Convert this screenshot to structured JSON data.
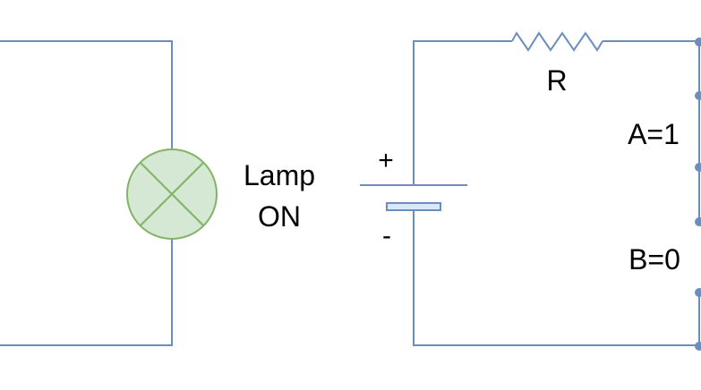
{
  "lamp": {
    "label_line1": "Lamp",
    "label_line2": "ON",
    "fill": "#d5e8d4",
    "stroke": "#82b366"
  },
  "battery": {
    "plus": "+",
    "minus": "-",
    "fill": "#dae8fc"
  },
  "resistor": {
    "label": "R"
  },
  "switches": {
    "a": "A=1",
    "b": "B=0"
  },
  "colors": {
    "wire": "#6c8ebf"
  }
}
